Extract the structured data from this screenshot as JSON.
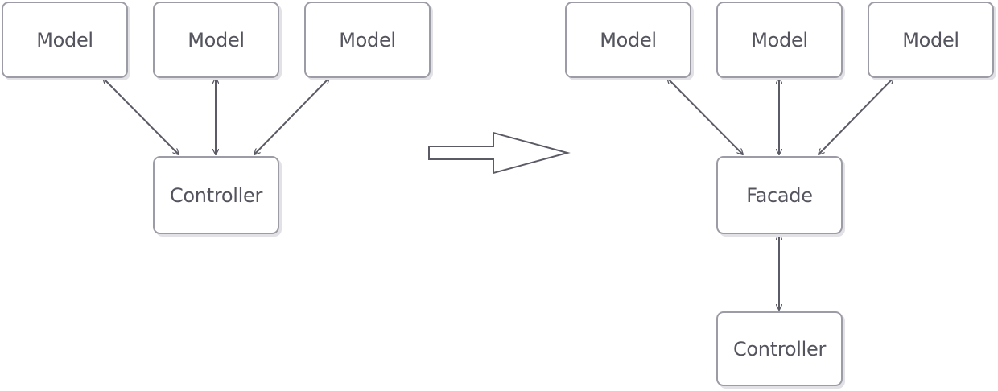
{
  "colors": {
    "box_border": "#9c9ca6",
    "box_shadow": "#e2e2e6",
    "text": "#54545e",
    "connector": "#5b5b66",
    "background": "#ffffff"
  },
  "before": {
    "models": [
      {
        "label": "Model"
      },
      {
        "label": "Model"
      },
      {
        "label": "Model"
      }
    ],
    "controller": {
      "label": "Controller"
    }
  },
  "after": {
    "models": [
      {
        "label": "Model"
      },
      {
        "label": "Model"
      },
      {
        "label": "Model"
      }
    ],
    "facade": {
      "label": "Facade"
    },
    "controller": {
      "label": "Controller"
    }
  },
  "transition_arrow": {
    "icon": "right-hollow-arrow"
  }
}
